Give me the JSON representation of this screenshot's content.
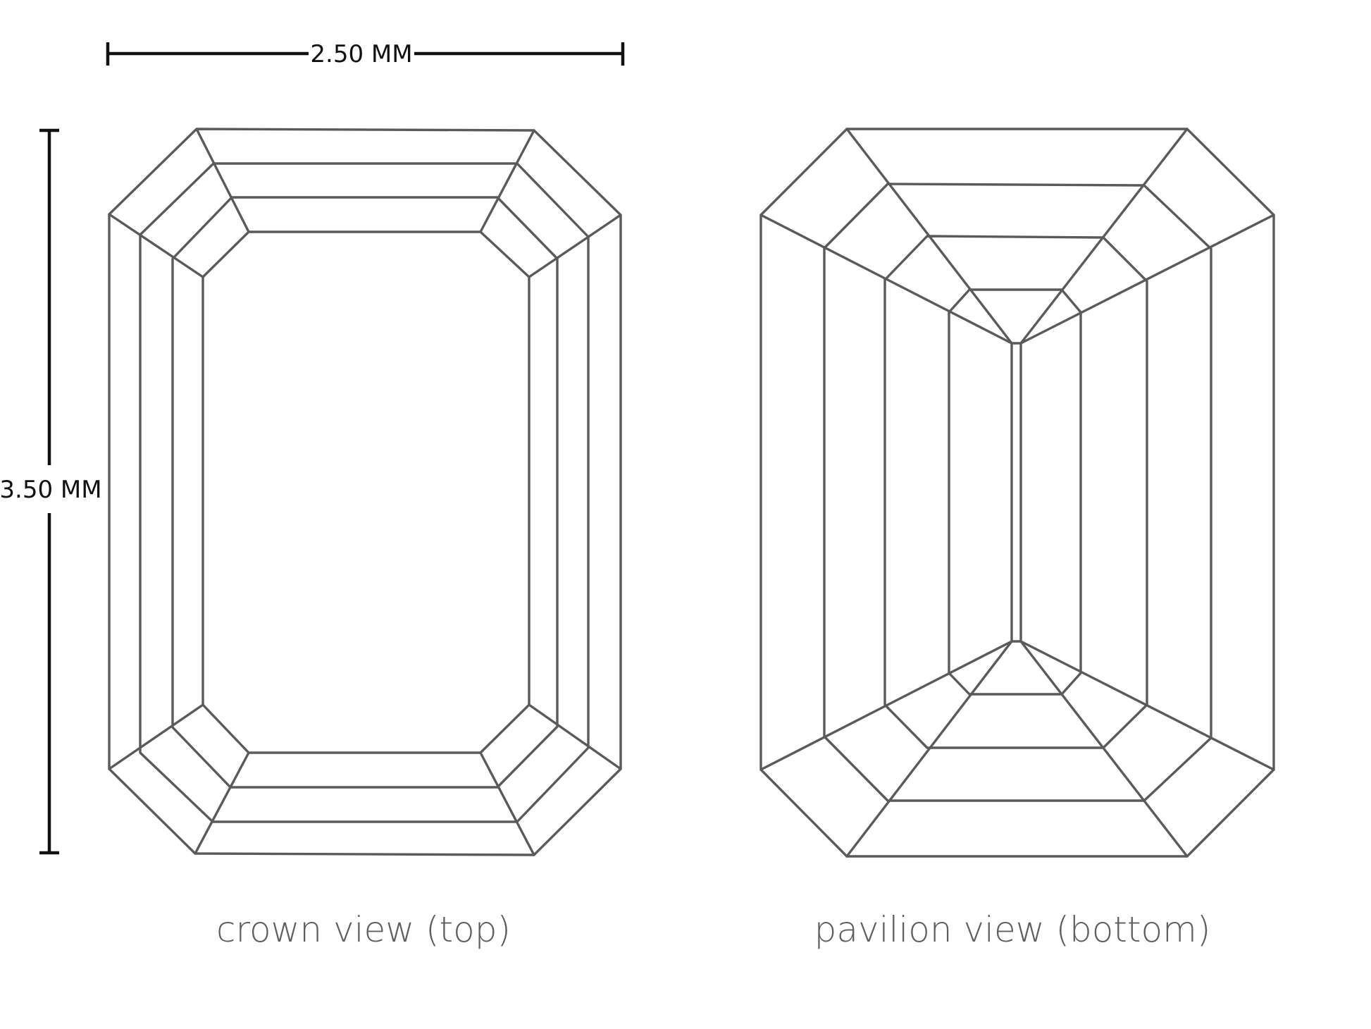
{
  "dimensions": {
    "width_label": "2.50 MM",
    "height_label": "3.50 MM"
  },
  "views": [
    {
      "label": "crown view (top)",
      "icon": "emerald-cut-crown-icon"
    },
    {
      "label": "pavilion view (bottom)",
      "icon": "emerald-cut-pavilion-icon"
    }
  ],
  "colors": {
    "facet_stroke": "#5a5a5a",
    "dimension": "#111111",
    "caption": "#5e5e5e"
  }
}
